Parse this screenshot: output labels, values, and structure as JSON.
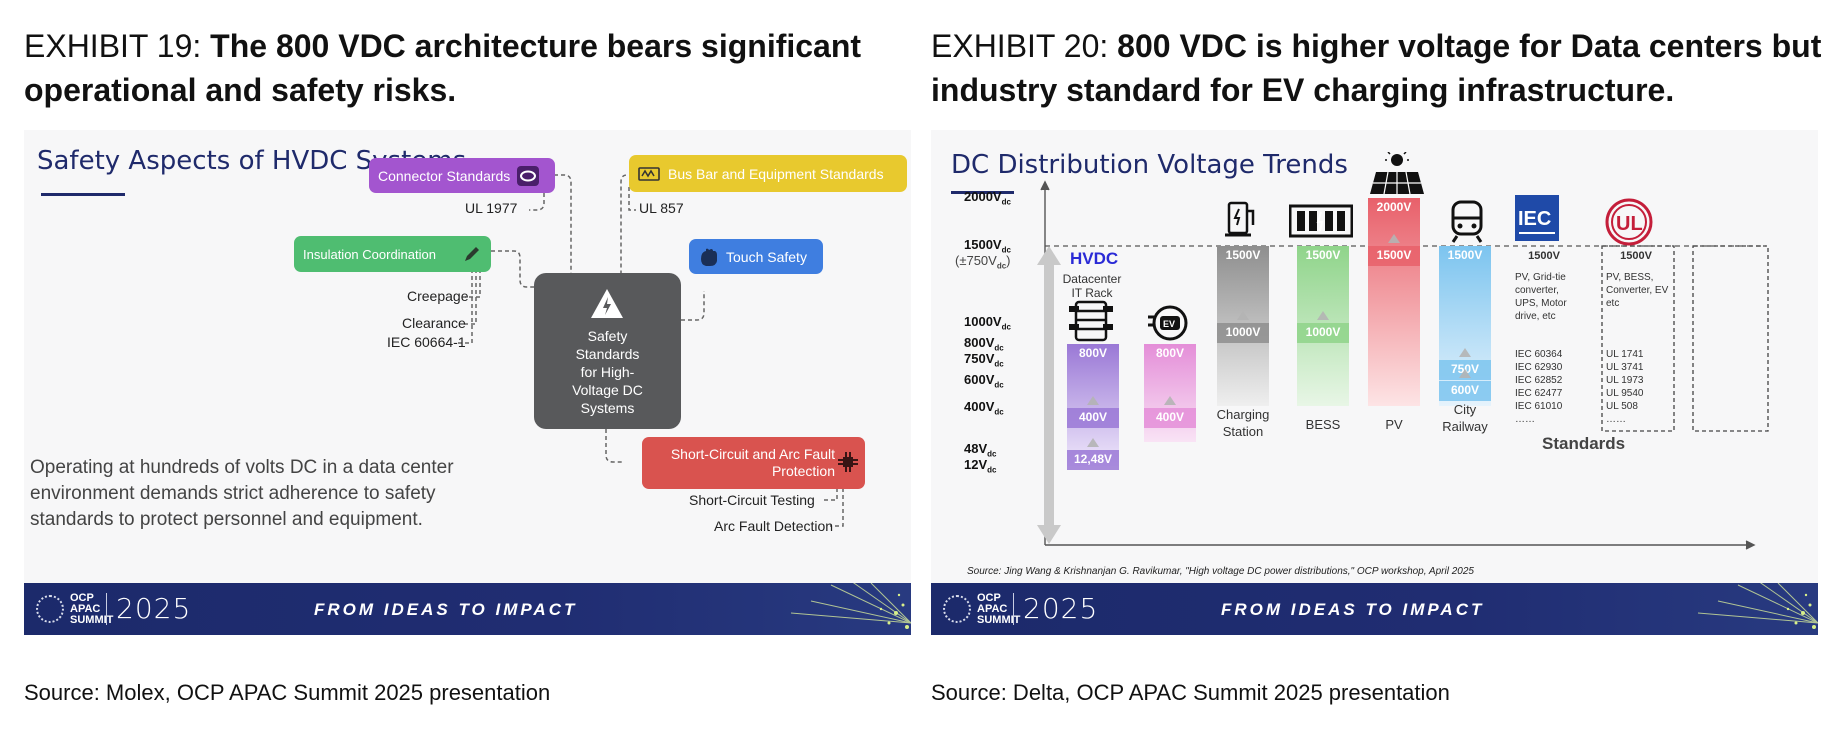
{
  "exhibit19": {
    "label": "EXHIBIT 19: ",
    "headline": "The 800 VDC architecture bears significant operational and safety risks.",
    "slide": {
      "heading": "Safety Aspects of HVDC Systems",
      "center": "Safety\nStandards\nfor High-\nVoltage DC\nSystems",
      "nodes": {
        "connector": "Connector Standards",
        "busbar": "Bus Bar and Equipment Standards",
        "insulation": "Insulation Coordination",
        "touch": "Touch Safety",
        "short_circuit": "Short-Circuit and Arc Fault Protection"
      },
      "labels": {
        "ul1977": "UL 1977",
        "ul857": "UL 857",
        "creepage": "Creepage",
        "clearance": "Clearance",
        "iec60664": "IEC 60664-1",
        "sc_testing": "Short-Circuit Testing",
        "arc_detection": "Arc Fault Detection"
      },
      "paragraph": "Operating at hundreds of volts DC in a data center environment demands strict adherence to safety standards to protect personnel and equipment."
    },
    "source": "Source: Molex, OCP APAC Summit 2025 presentation"
  },
  "exhibit20": {
    "label": "EXHIBIT 20: ",
    "headline": "800 VDC is higher voltage for Data centers but industry standard for EV charging infrastructure.",
    "slide": {
      "heading": "DC Distribution Voltage Trends",
      "source_note": "Source: Jing Wang & Krishnanjan G. Ravikumar, \"High voltage DC power distributions,\" OCP workshop, April 2025"
    },
    "source": "Source: Delta, OCP APAC Summit 2025 presentation"
  },
  "banner": {
    "logo_text": "OCP APAC SUMMIT",
    "year": "2025",
    "tagline": "FROM IDEAS TO IMPACT"
  },
  "chart_data": {
    "type": "bar",
    "title": "DC Distribution Voltage Trends",
    "y_ticks": [
      {
        "label": "2000V",
        "sub": "dc",
        "value": 2000
      },
      {
        "label": "1500V",
        "sub": "dc",
        "value": 1500
      },
      {
        "label": "(±750V",
        "sub": "dc",
        "suffix": ")",
        "value": 1500
      },
      {
        "label": "1000V",
        "sub": "dc",
        "value": 1000
      },
      {
        "label": "800V",
        "sub": "dc",
        "value": 800
      },
      {
        "label": "750V",
        "sub": "dc",
        "value": 750
      },
      {
        "label": "600V",
        "sub": "dc",
        "value": 600
      },
      {
        "label": "400V",
        "sub": "dc",
        "value": 400
      },
      {
        "label": "48V",
        "sub": "dc",
        "value": 48
      },
      {
        "label": "12V",
        "sub": "dc",
        "value": 12
      }
    ],
    "hvdc_label": "HVDC",
    "hvdc_sublabel": "Datacenter\nIT Rack",
    "categories": [
      {
        "name": "",
        "color_top": "#9a78d6",
        "color_bot": "#efe8fb",
        "levels": [
          "800V",
          "400V",
          "12,48V"
        ],
        "values": [
          800,
          400,
          48
        ]
      },
      {
        "name": "",
        "color_top": "#e48ed8",
        "color_bot": "#f9e3f5",
        "levels": [
          "800V",
          "400V"
        ],
        "values": [
          800,
          400
        ]
      },
      {
        "name": "Charging\nStation",
        "color_top": "#8e8e8e",
        "color_bot": "#efefef",
        "levels": [
          "1500V",
          "1000V"
        ],
        "values": [
          1500,
          1000
        ]
      },
      {
        "name": "BESS",
        "color_top": "#8fd48a",
        "color_bot": "#e8f6e6",
        "levels": [
          "1500V",
          "1000V"
        ],
        "values": [
          1500,
          1000
        ]
      },
      {
        "name": "PV",
        "color_top": "#e8606a",
        "color_bot": "#fde4e5",
        "levels": [
          "2000V",
          "1500V"
        ],
        "values": [
          2000,
          1500
        ]
      },
      {
        "name": "City\nRailway",
        "color_top": "#7cc4ef",
        "color_bot": "#e6f3fc",
        "levels": [
          "1500V",
          "750V",
          "600V"
        ],
        "values": [
          1500,
          750,
          600
        ]
      }
    ],
    "standards_label": "Standards",
    "standards": [
      {
        "org": "IEC",
        "voltage": "1500V",
        "desc": "PV, Grid-tie converter, UPS, Motor drive, etc",
        "list": [
          "IEC 60364",
          "IEC 62930",
          "IEC 62852",
          "IEC 62477",
          "IEC 61010",
          "……"
        ]
      },
      {
        "org": "UL",
        "voltage": "1500V",
        "desc": "PV, BESS, Converter, EV etc",
        "list": [
          "UL 1741",
          "UL 3741",
          "UL 1973",
          "UL 9540",
          "UL 508",
          "……"
        ]
      }
    ],
    "colors": {
      "heading": "#1f2a6b",
      "hvdc": "#2a2ad6"
    }
  }
}
